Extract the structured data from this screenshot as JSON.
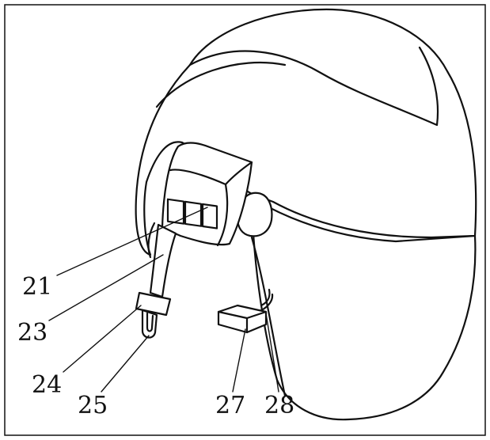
{
  "labels": {
    "l21": "21",
    "l23": "23",
    "l24": "24",
    "l25": "25",
    "l27": "27",
    "l28": "28"
  }
}
